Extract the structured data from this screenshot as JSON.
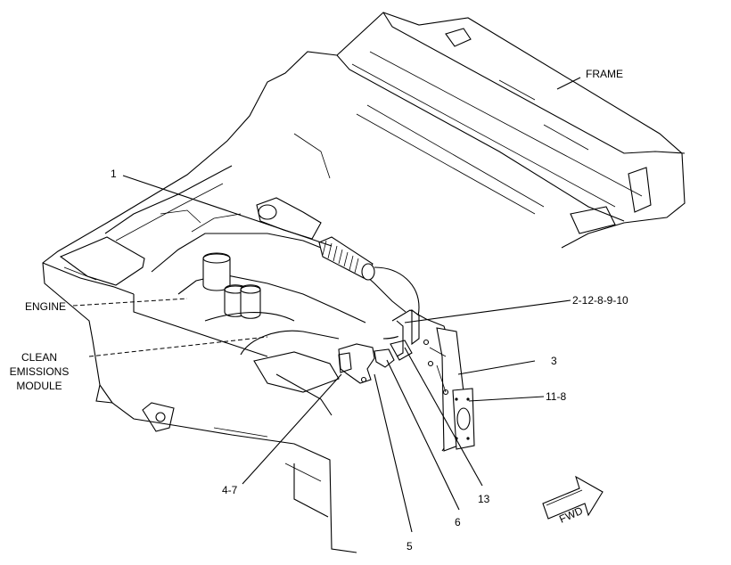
{
  "labels": {
    "frame": "FRAME",
    "engine": "ENGINE",
    "clean_line1": "CLEAN",
    "clean_line2": "EMISSIONS",
    "clean_line3": "MODULE",
    "fwd": "FWD"
  },
  "callouts": [
    "1",
    "2-12-8-9-10",
    "3",
    "11-8",
    "4-7",
    "5",
    "6",
    "13"
  ]
}
